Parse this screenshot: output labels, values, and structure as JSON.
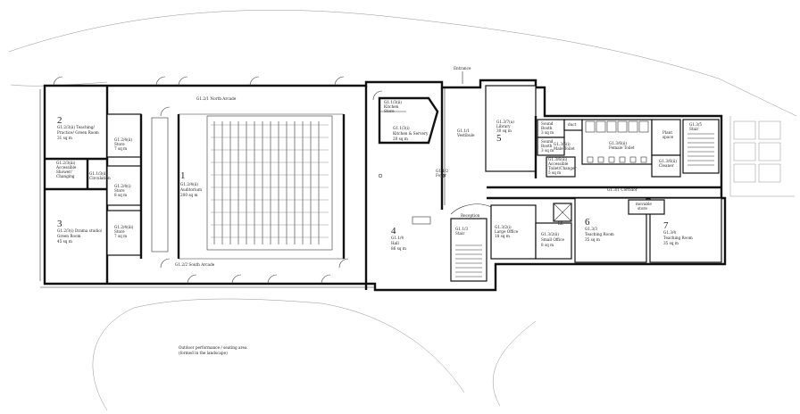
{
  "rooms": {
    "entrance": "Entrance",
    "north_arcade": "G1.2/1 North Arcade",
    "south_arcade": "G1.2/2 South Arcade",
    "r2": {
      "num": "2",
      "lines": [
        "G1.2/3(ii) Teaching/",
        "Practice/ Green Room",
        "31 sq m"
      ]
    },
    "r3": {
      "num": "3",
      "lines": [
        "G1.2/3(i) Drama studio/",
        "Green Room",
        "45 sq m"
      ]
    },
    "shower": {
      "lines": [
        "G1.2/3(iii)",
        "Accessible",
        "Shower/",
        "Changing"
      ]
    },
    "circulation": {
      "lines": [
        "G1.1/3(ii)",
        "Circulation"
      ]
    },
    "store1": {
      "lines": [
        "G1.2/4(ii)",
        "Store",
        "7 sq m"
      ]
    },
    "store2": {
      "lines": [
        "G1.2/4(i)",
        "Store",
        "8 sq m"
      ]
    },
    "store3": {
      "lines": [
        "G1.2/4(iii)",
        "Store",
        "7 sq m"
      ]
    },
    "r1": {
      "num": "1",
      "lines": [
        "G1.2/4(ii)",
        "Auditorium",
        "200 sq m"
      ]
    },
    "kitchen_store": {
      "lines": [
        "G1.1/3(ii)",
        "Kitchen",
        "Store"
      ]
    },
    "kitchen": {
      "lines": [
        "G1.1/3(i)",
        "Kitchen & Servery",
        "20 sq m"
      ]
    },
    "vestibule": {
      "lines": [
        "G1.1/1",
        "Vestibule"
      ]
    },
    "foyer": {
      "lines": [
        "G1.1/2",
        "Foyer"
      ]
    },
    "r4": {
      "num": "4",
      "lines": [
        "G1.1/4",
        "Hall",
        "86 sq m"
      ]
    },
    "reception": "Reception",
    "stair": {
      "lines": [
        "G1.1/3",
        "Stair"
      ]
    },
    "large_office": {
      "lines": [
        "G1.3/2(i)",
        "Large Office",
        "18 sq m"
      ]
    },
    "small_office": {
      "lines": [
        "G1.3/2(ii)",
        "Small Office",
        "8 sq m"
      ]
    },
    "r5": {
      "num": "5",
      "lines": [
        "G1.3/7(a)",
        "Library",
        "30 sq m"
      ]
    },
    "sound1": {
      "lines": [
        "Sound",
        "Booth",
        "3 sq m"
      ]
    },
    "sound2": {
      "lines": [
        "Sound",
        "Booth",
        "3 sq m"
      ]
    },
    "duct": "duct",
    "male_toilet": {
      "lines": [
        "G1.3/6(i)",
        "Male Toilet"
      ]
    },
    "female_toilet": {
      "lines": [
        "G1.3/6(ii)",
        "Female Toilet"
      ]
    },
    "accessible_toilet": {
      "lines": [
        "G1.3/6(iii)",
        "Accessible",
        "Toilet/Changer",
        "5 sq m"
      ]
    },
    "plant": {
      "lines": [
        "Plant",
        "space"
      ]
    },
    "cleaner": {
      "lines": [
        "G1.3/6(ii)",
        "Cleaner"
      ]
    },
    "stair2": {
      "lines": [
        "G1.3/5",
        "Stair"
      ]
    },
    "corridor": "G1.3/1 Corridor",
    "r6": {
      "num": "6",
      "lines": [
        "G1.3/3",
        "Teaching Room",
        "35 sq m"
      ]
    },
    "r7": {
      "num": "7",
      "lines": [
        "G1.3/4",
        "Teaching Room",
        "35 sq m"
      ]
    },
    "movable": {
      "lines": [
        "movable",
        "store"
      ]
    },
    "lift": "lift",
    "outdoor": {
      "lines": [
        "Outdoor performance / seating area",
        "(formed in the landscape)"
      ]
    }
  }
}
